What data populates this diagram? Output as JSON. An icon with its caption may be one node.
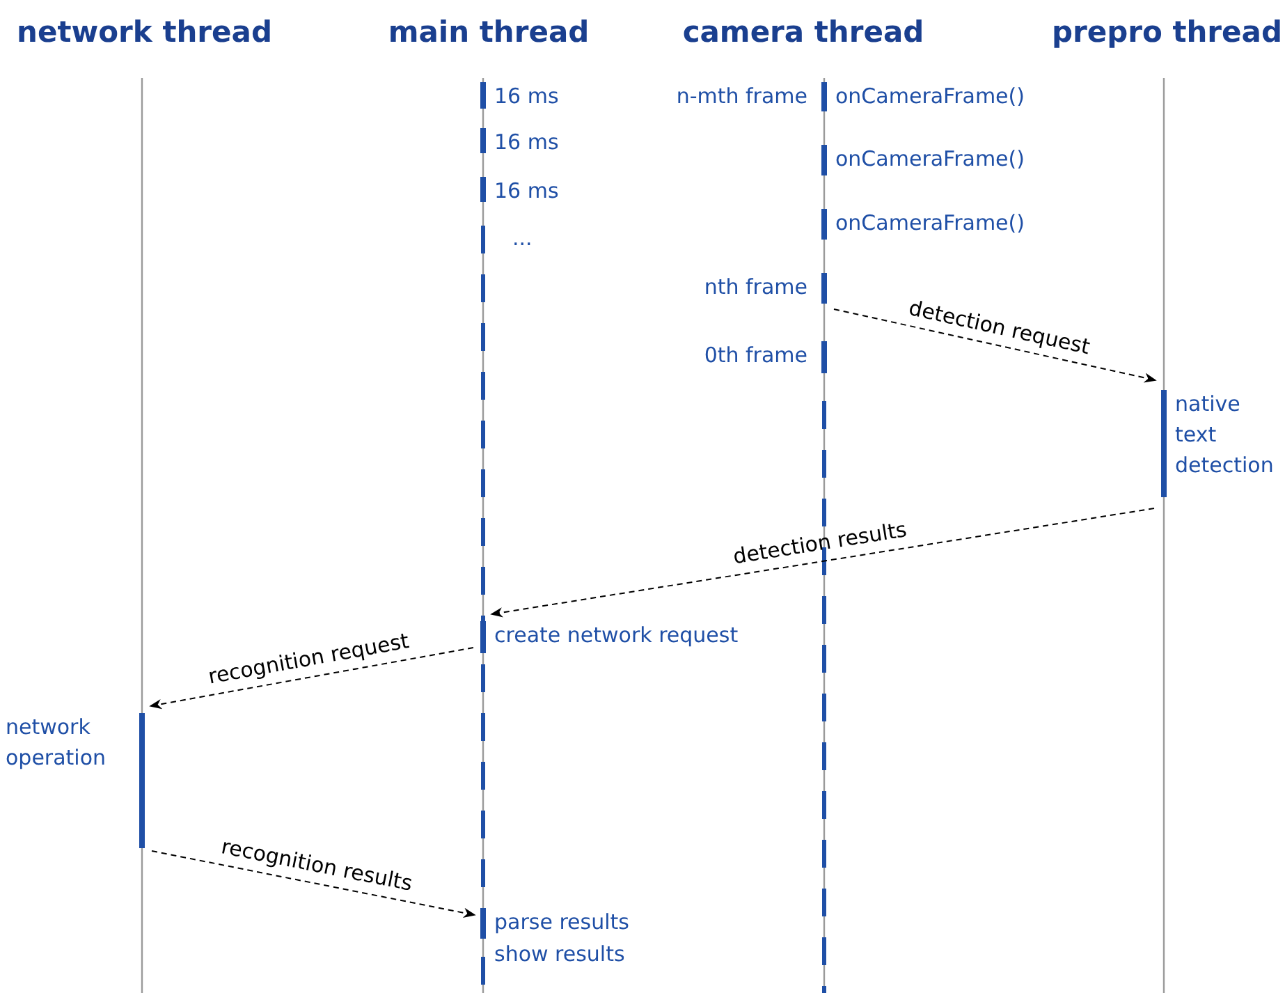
{
  "diagram": {
    "nodes": [
      {
        "text": [
          "16 ms"
        ]
      },
      {
        "text": [
          "16 ms"
        ]
      },
      {
        "text": [
          "16 ms"
        ]
      },
      {
        "text": [
          "n-mth frame",
          "onCameraFrame()"
        ]
      },
      {
        "text": [
          "onCameraFrame()"
        ]
      },
      {
        "text": [
          "onCameraFrame()"
        ]
      },
      {
        "text": [
          "nth frame"
        ]
      },
      {
        "text": [
          "0th frame"
        ]
      },
      {
        "text": [
          "native text detection"
        ]
      },
      {
        "text": [
          "create network request"
        ]
      },
      {
        "text": [
          "network operation"
        ]
      },
      {
        "text": [
          "parse results",
          "show results"
        ]
      }
    ],
    "edges": [
      {
        "from": 6,
        "to": 8,
        "arrow": "to",
        "label": "detection request",
        "style": "dashed"
      },
      {
        "from": 8,
        "to": 9,
        "arrow": "to",
        "label": "detection results",
        "style": "dashed"
      },
      {
        "from": 9,
        "to": 10,
        "arrow": "to",
        "label": "recognition request",
        "style": "dashed"
      },
      {
        "from": 10,
        "to": 11,
        "arrow": "to",
        "label": "recognition results",
        "style": "dashed"
      }
    ],
    "labels": [
      "network thread",
      "main thread",
      "camera thread",
      "prepro thread",
      "..."
    ]
  }
}
